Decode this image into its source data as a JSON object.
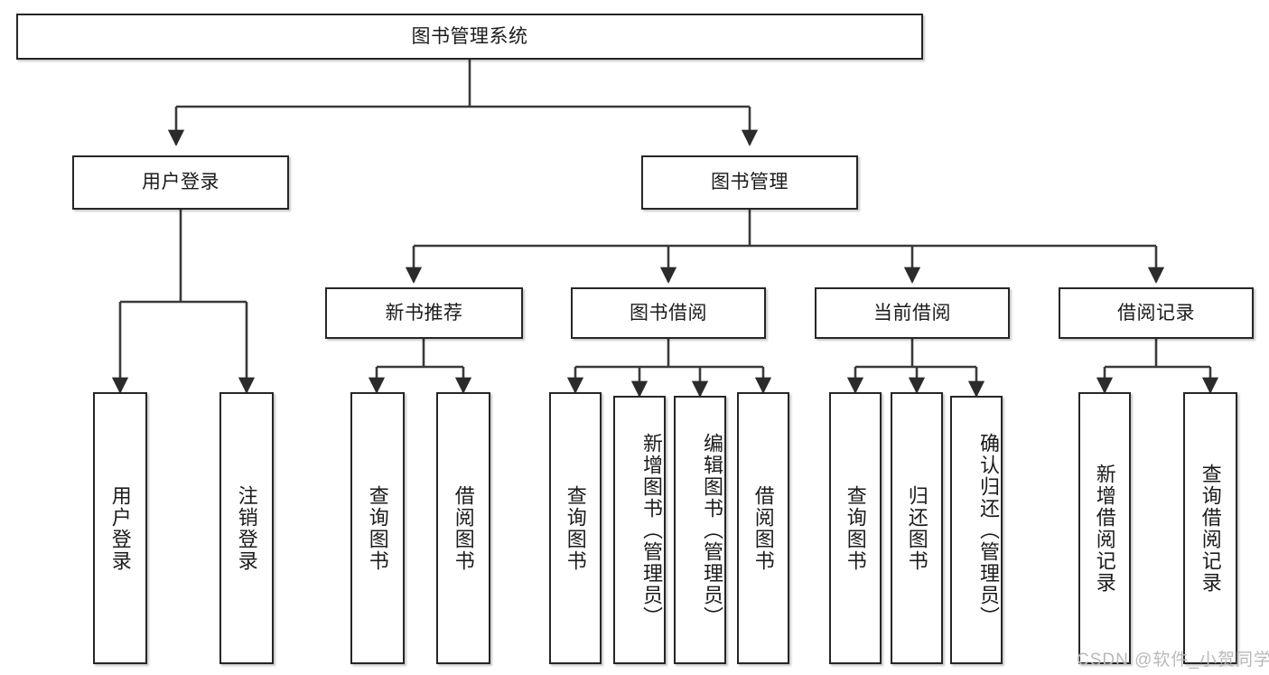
{
  "diagram": {
    "type": "tree",
    "title": "图书管理系统",
    "root": {
      "label": "图书管理系统"
    },
    "level2": [
      {
        "label": "用户登录"
      },
      {
        "label": "图书管理"
      }
    ],
    "level3": [
      {
        "label": "新书推荐"
      },
      {
        "label": "图书借阅"
      },
      {
        "label": "当前借阅"
      },
      {
        "label": "借阅记录"
      }
    ],
    "leaves": {
      "user_login": [
        {
          "label": "用户登录"
        },
        {
          "label": "注销登录"
        }
      ],
      "new_book_recommend": [
        {
          "label": "查询图书"
        },
        {
          "label": "借阅图书"
        }
      ],
      "book_borrow": [
        {
          "label": "查询图书"
        },
        {
          "label": "新增图书（管理员）"
        },
        {
          "label": "编辑图书（管理员）"
        },
        {
          "label": "借阅图书"
        }
      ],
      "current_borrow": [
        {
          "label": "查询图书"
        },
        {
          "label": "归还图书"
        },
        {
          "label": "确认归还（管理员）"
        }
      ],
      "borrow_record": [
        {
          "label": "新增借阅记录"
        },
        {
          "label": "查询借阅记录"
        }
      ]
    }
  },
  "watermark": {
    "text": "CSDN @软件_小贺同学"
  },
  "colors": {
    "box_border": "#262626",
    "box_fill": "#ffffff",
    "connector": "#3a3a3a",
    "text": "#1b1b1b",
    "watermark": "#b9b9b9"
  }
}
